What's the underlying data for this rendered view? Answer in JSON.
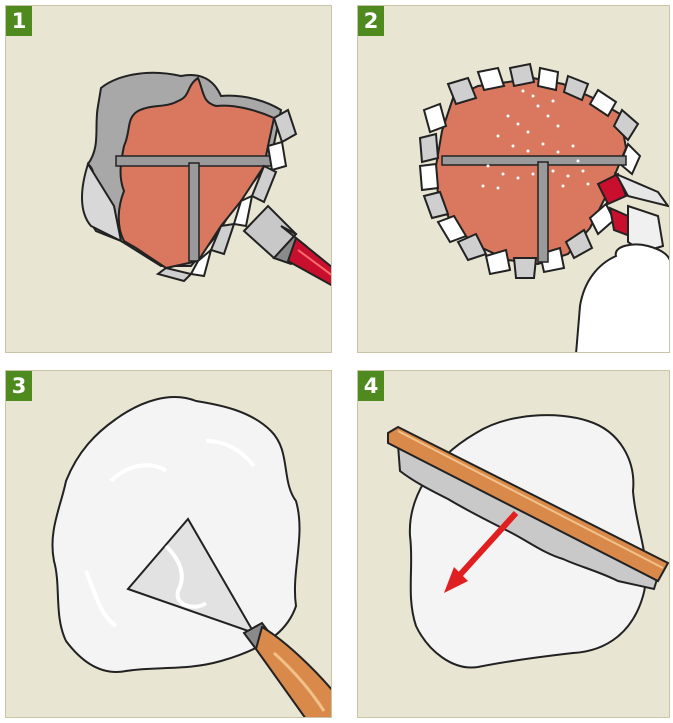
{
  "steps": [
    {
      "number": "1",
      "icon": "brush-icon"
    },
    {
      "number": "2",
      "icon": "spray-bottle-icon"
    },
    {
      "number": "3",
      "icon": "putty-knife-icon"
    },
    {
      "number": "4",
      "icon": "straightedge-icon"
    }
  ],
  "colors": {
    "panel_bg": "#e8e5d2",
    "badge": "#4f8a1f",
    "brick": "#d9785f",
    "mortar": "#9a9a9a",
    "plaster_grey": "#a8a8a8",
    "filler": "#f4f4f4",
    "handle_red": "#c8102e",
    "handle_wood": "#d9894a",
    "arrow_red": "#e02020"
  }
}
